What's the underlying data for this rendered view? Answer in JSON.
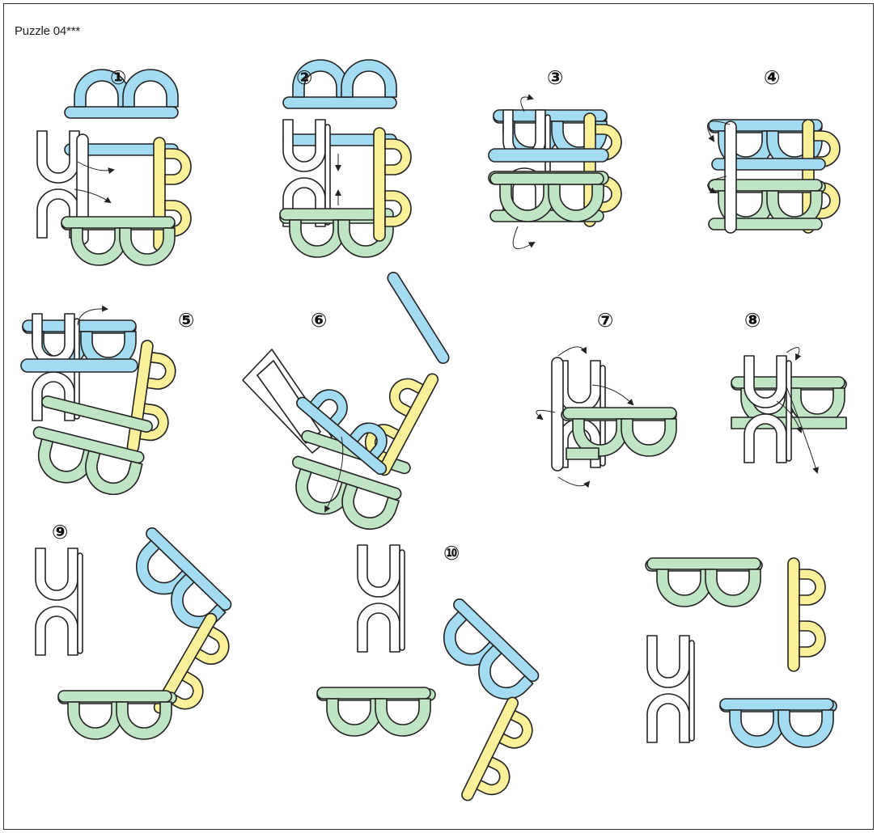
{
  "title": "Puzzle 04***",
  "step_labels": [
    "①",
    "②",
    "③",
    "④",
    "⑤",
    "⑥",
    "⑦",
    "⑧",
    "⑨",
    "⑩"
  ],
  "colors": {
    "blue": "#a3dcf2",
    "green": "#bfe5c4",
    "yellow": "#faf09a",
    "white": "#ffffff",
    "stroke": "#222222"
  }
}
